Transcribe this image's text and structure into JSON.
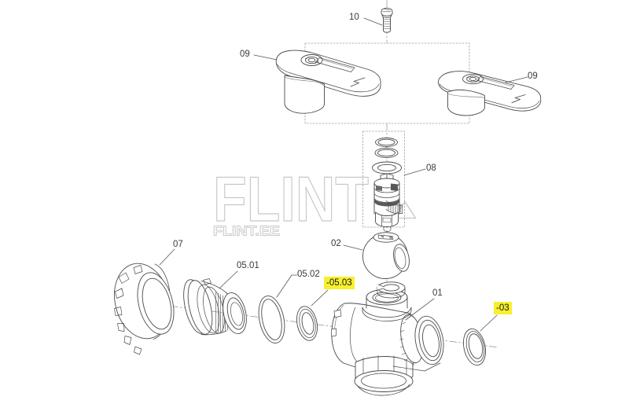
{
  "watermark": {
    "title": "FLINT",
    "subtitle": "FLINT.EE",
    "outline_color": "#c8c8c8"
  },
  "style": {
    "line_color": "#4a4a4a",
    "highlight_color": "#f7f02e",
    "label_color": "#3a3a3a"
  },
  "labels": {
    "screw": "10",
    "handle_left": "09",
    "handle_right": "09",
    "stem_assembly": "08",
    "ball": "02",
    "union_nut": "07",
    "end_connector": "05.01",
    "oring_large": "05.02",
    "seal_mid_highlighted": "-05.03",
    "valve_body": "01",
    "seal_right_highlighted": "-03"
  }
}
